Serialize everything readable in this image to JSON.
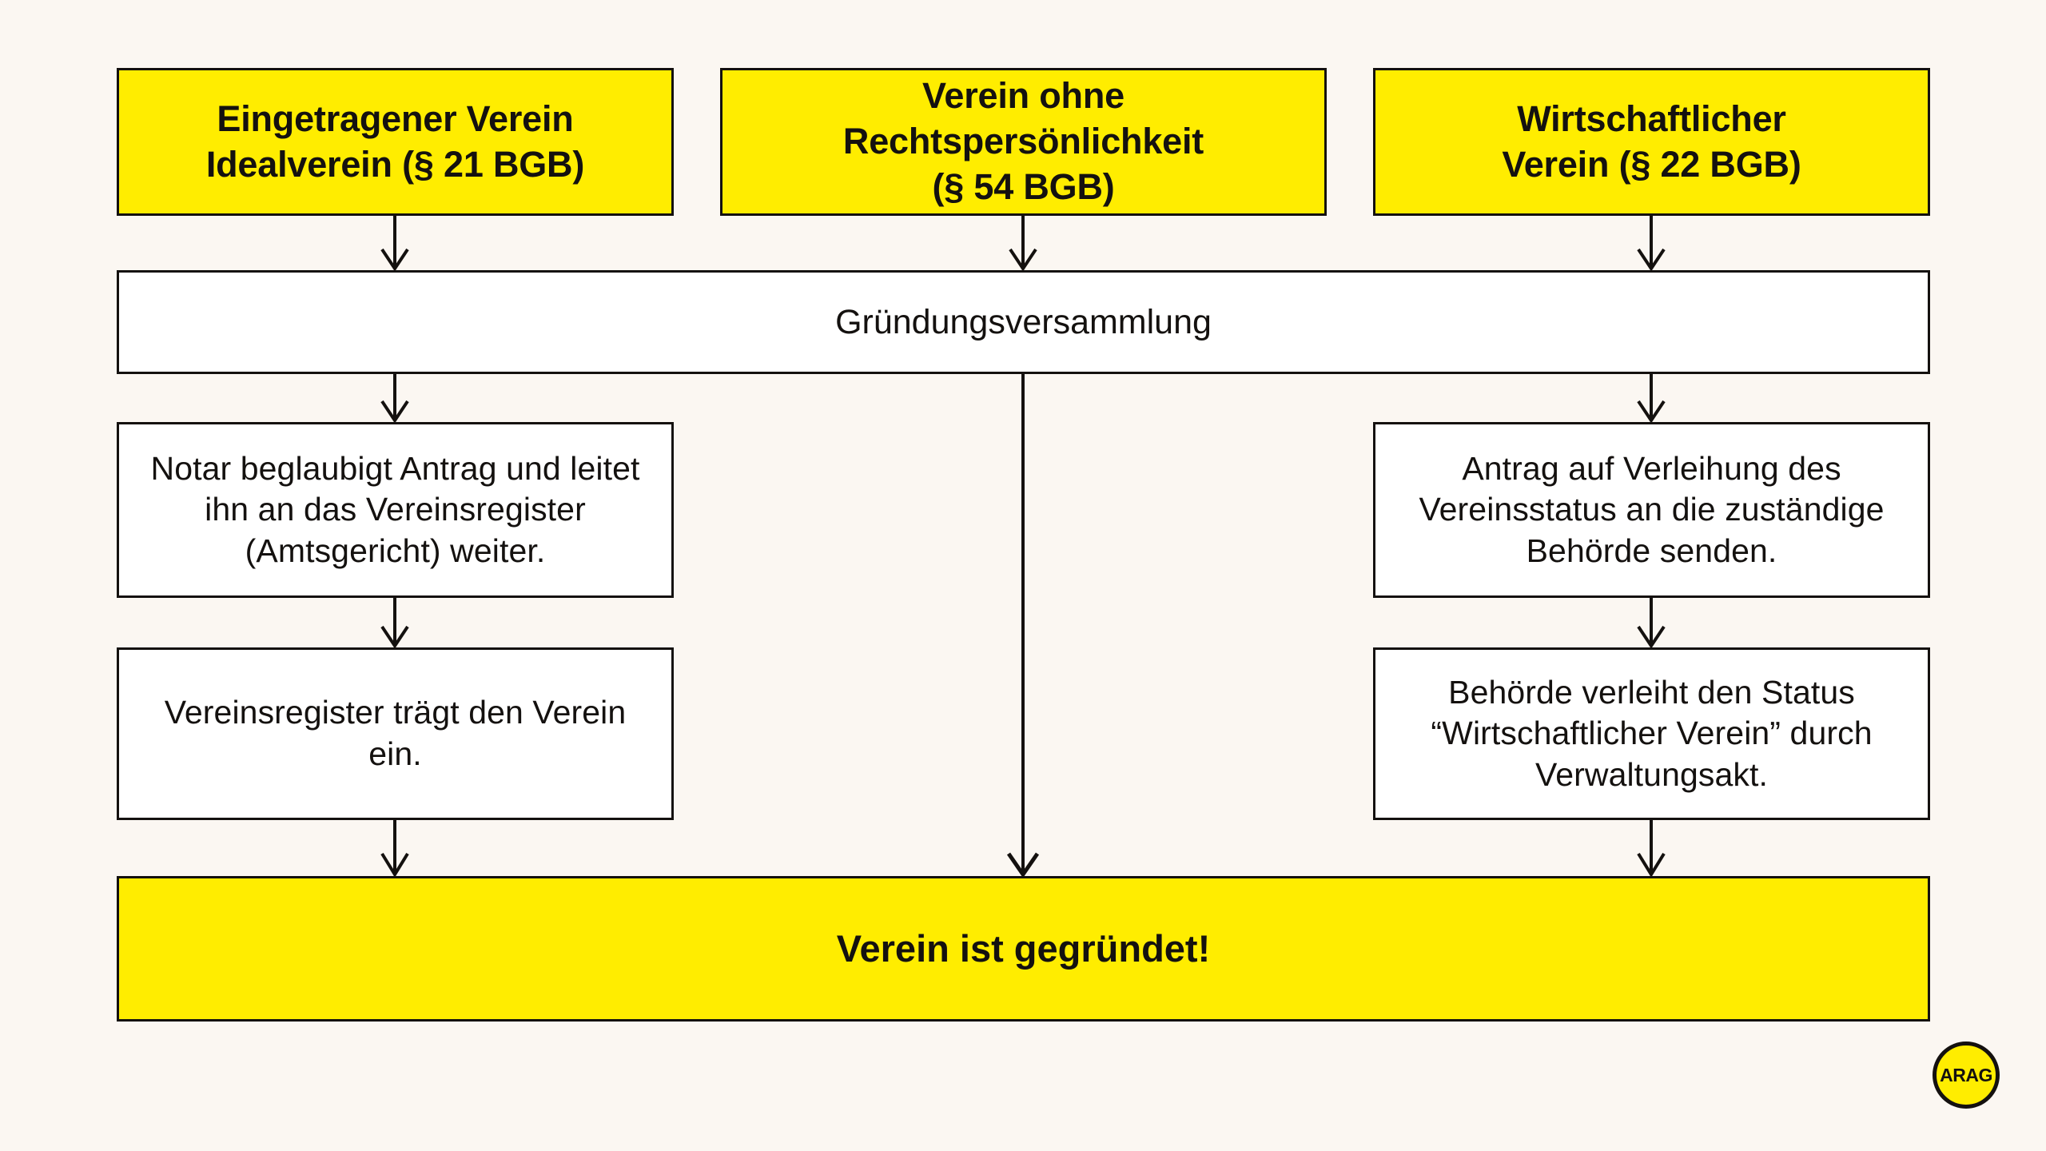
{
  "canvas": {
    "background_color": "#FBF7F2",
    "accent_color": "#FFED00",
    "line_color": "#14110F",
    "box_fill_color": "#FFFFFF"
  },
  "diagram": {
    "headers": [
      {
        "id": "ev",
        "text": "Eingetragener Verein\nIdealverein (§ 21 BGB)"
      },
      {
        "id": "vor",
        "text": "Verein ohne Rechtspersönlichkeit\n(§ 54 BGB)"
      },
      {
        "id": "wv",
        "text": "Wirtschaftlicher\nVerein (§ 22 BGB)"
      }
    ],
    "assembly": {
      "id": "gv",
      "text": "Gründungsversammlung"
    },
    "left_column": [
      {
        "id": "notar",
        "text": "Notar beglaubigt Antrag und leitet ihn an das Vereinsregister (Amtsgericht) weiter."
      },
      {
        "id": "register",
        "text": "Vereinsregister trägt den Verein ein."
      }
    ],
    "right_column": [
      {
        "id": "antrag",
        "text": "Antrag auf Verleihung des Vereinsstatus an die zuständige Behörde senden."
      },
      {
        "id": "behoerde",
        "text": "Behörde verleiht den Status “Wirtschaftlicher Verein” durch Verwaltungsakt."
      }
    ],
    "result": {
      "id": "result",
      "text": "Verein ist gegründet!"
    }
  },
  "logo": {
    "wordmark": "ARAG"
  }
}
